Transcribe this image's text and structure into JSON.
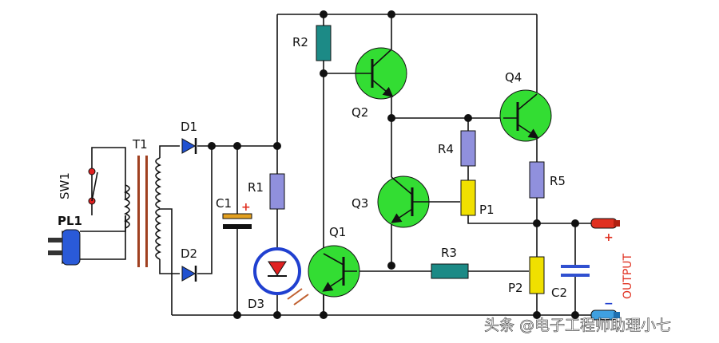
{
  "labels": {
    "sw1": "SW1",
    "pl1": "PL1",
    "t1": "T1",
    "d1": "D1",
    "d2": "D2",
    "c1": "C1",
    "r1": "R1",
    "d3": "D3",
    "r2": "R2",
    "q1": "Q1",
    "q2": "Q2",
    "q3": "Q3",
    "q4": "Q4",
    "r3": "R3",
    "r4": "R4",
    "r5": "R5",
    "p1": "P1",
    "p2": "P2",
    "c2": "C2",
    "output": "OUTPUT",
    "plus": "+",
    "minus": "−",
    "c1_plus": "+"
  },
  "watermark": "头条 @电子工程师助理小七",
  "colors": {
    "wire": "#111111",
    "transistor": "#33dd33",
    "resistor_blue": "#9090dd",
    "resistor_teal": "#1c8a86",
    "pot": "#f0e000",
    "capacitor_c1": "#e3a020",
    "capacitor_c2": "#3050d0",
    "led_ring": "#2040d0",
    "led": "#e02020",
    "diode": "#2050d0",
    "terminal_pos": "#e03020",
    "terminal_neg": "#3fa0e0",
    "transformer_core": "#a04020",
    "plug": "#2050d0"
  }
}
